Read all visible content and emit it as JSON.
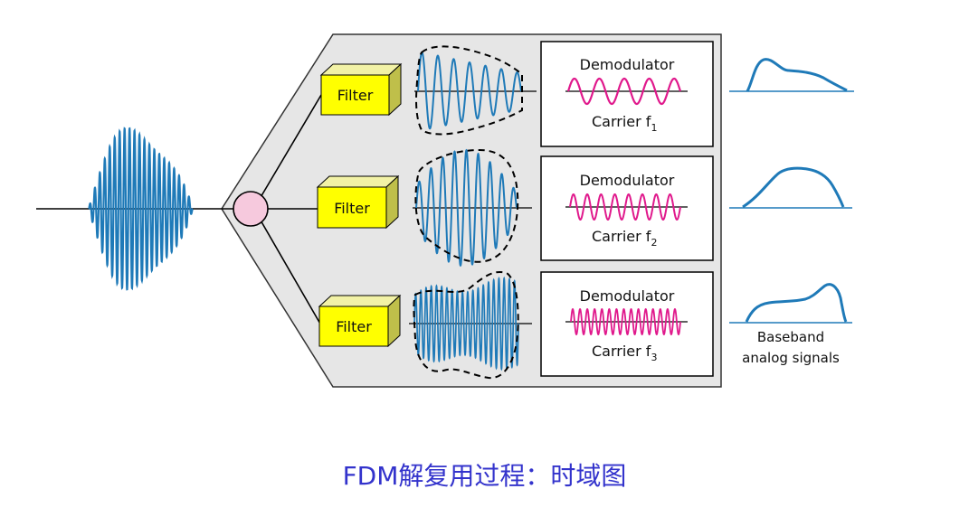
{
  "filters": [
    {
      "label": "Filter"
    },
    {
      "label": "Filter"
    },
    {
      "label": "Filter"
    }
  ],
  "demodulators": [
    {
      "title": "Demodulator",
      "carrier_text": "Carrier f",
      "carrier_sub": "1"
    },
    {
      "title": "Demodulator",
      "carrier_text": "Carrier f",
      "carrier_sub": "2"
    },
    {
      "title": "Demodulator",
      "carrier_text": "Carrier f",
      "carrier_sub": "3"
    }
  ],
  "outputs_label": {
    "line1": "Baseband",
    "line2": "analog signals"
  },
  "caption": "FDM解复用过程：时域图",
  "colors": {
    "signal": "#1f7ab8",
    "carrier": "#e0198c",
    "filter_face": "#ffff00",
    "splitter": "#f6c9dd",
    "panel": "#e6e6e6",
    "caption": "#3333cc"
  }
}
